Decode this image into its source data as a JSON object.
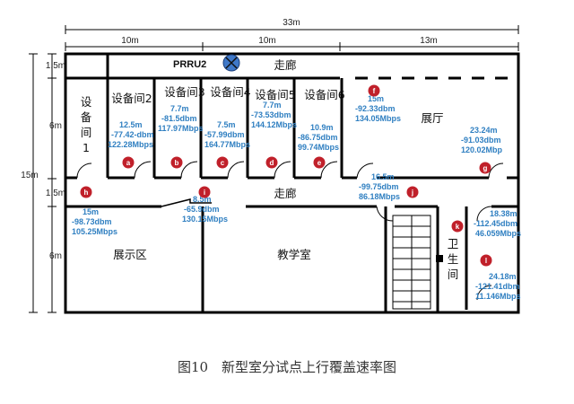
{
  "dimensions": {
    "total_width": "33m",
    "segment_a": "10m",
    "segment_b": "10m",
    "segment_c": "13m",
    "total_height": "15m",
    "v1": "1.5m",
    "v2": "6m",
    "v3": "1.5m",
    "v4": "6m"
  },
  "prru_label": "PRRU2",
  "rooms": {
    "equip1_line1": "设",
    "equip1_line2": "备",
    "equip1_line3": "间",
    "equip1_line4": "1",
    "equip2": "设备间2",
    "equip3": "设备间3",
    "equip4": "设备间4",
    "equip5": "设备间5",
    "equip6": "设备间6",
    "corridor_top": "走廊",
    "corridor_mid": "走廊",
    "hall": "展厅",
    "exhibit": "展示区",
    "classroom": "教学室",
    "toilet_1": "卫",
    "toilet_2": "生",
    "toilet_3": "间"
  },
  "markers": [
    "a",
    "b",
    "c",
    "d",
    "e",
    "f",
    "g",
    "h",
    "i",
    "j",
    "k",
    "l"
  ],
  "measurements": {
    "a": [
      "12.5m",
      "-77.42-dbm",
      "122.28Mbps"
    ],
    "b": [
      "7.7m",
      "-81.5dbm",
      "117.97Mbps"
    ],
    "c": [
      "7.5m",
      "-57.99dbm",
      "164.77Mbps"
    ],
    "d": [
      "7.7m",
      "-73.53dbm",
      "144.12Mbps"
    ],
    "e": [
      "10.9m",
      "-86.75dbm",
      "99.74Mbps"
    ],
    "f": [
      "15m",
      "-92.33dbm",
      "134.05Mbps"
    ],
    "g": [
      "23.24m",
      "-91.03dbm",
      "120.02Mbp"
    ],
    "h": [
      "15m",
      "-98.73dbm",
      "105.25Mbps"
    ],
    "i": [
      "8.5m",
      "-65.9dbm",
      "130.15Mbps"
    ],
    "j": [
      "16.5m",
      "-99.75dbm",
      "86.18Mbps"
    ],
    "k": [
      "18.38m",
      "-112.45dbm",
      "46.059Mbps"
    ],
    "l": [
      "24.18m",
      "-121.41dbm",
      "11.146Mbps"
    ]
  },
  "caption": "图10　新型室分试点上行覆盖速率图",
  "colors": {
    "wall": "#000000",
    "marker": "#c0202a",
    "text_blue": "#2f7fc1",
    "prru_fill": "#3f78c8"
  }
}
